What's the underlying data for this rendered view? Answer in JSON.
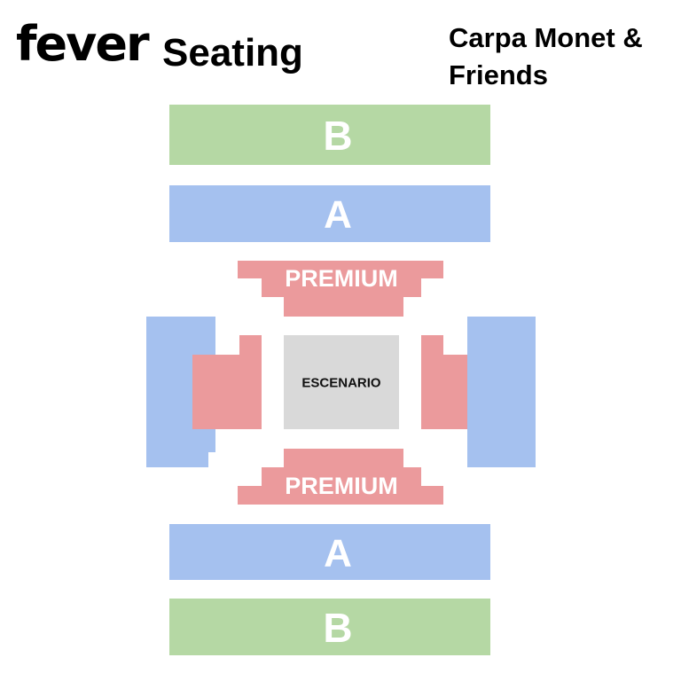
{
  "header": {
    "logo_text": "fever",
    "title": "Seating",
    "venue": "Carpa Monet & Friends"
  },
  "sections": {
    "b_top": "B",
    "a_top": "A",
    "premium_top": "PREMIUM",
    "stage": "ESCENARIO",
    "premium_bottom": "PREMIUM",
    "a_bottom": "A",
    "b_bottom": "B"
  },
  "colors": {
    "section_b": "#b5d8a4",
    "section_a": "#a5c1ef",
    "section_premium": "#eb9a9c",
    "stage": "#d9d9d9",
    "label": "#ffffff"
  }
}
